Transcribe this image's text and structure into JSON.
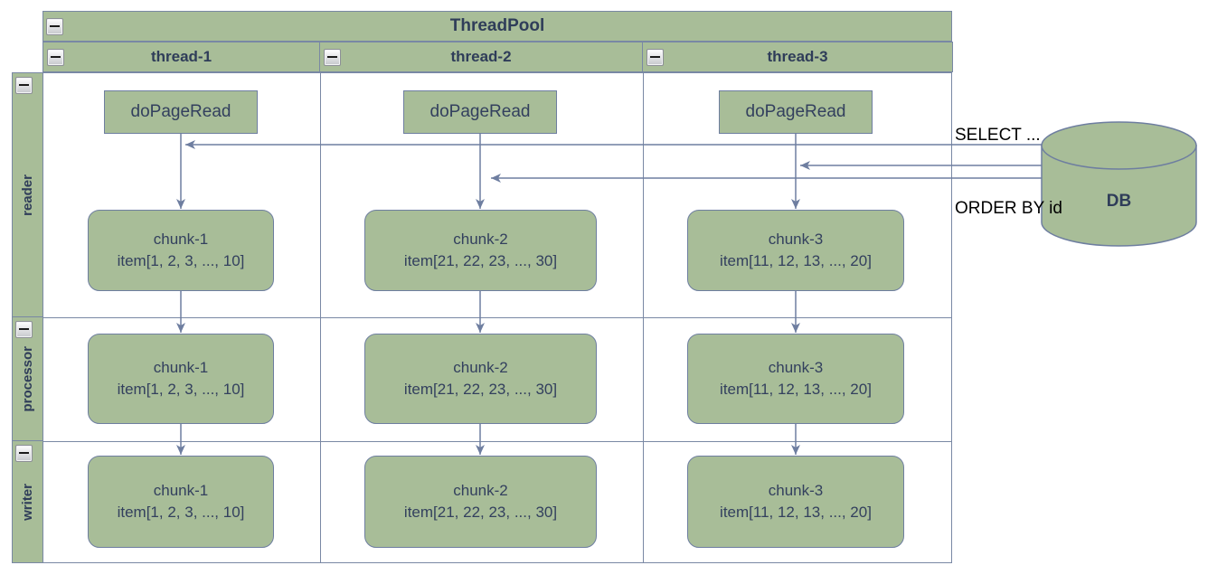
{
  "pool": {
    "title": "ThreadPool",
    "threads": [
      {
        "label": "thread-1",
        "do_page_read": "doPageRead",
        "chunk": {
          "title": "chunk-1",
          "items": "item[1, 2, 3, ..., 10]"
        }
      },
      {
        "label": "thread-2",
        "do_page_read": "doPageRead",
        "chunk": {
          "title": "chunk-2",
          "items": "item[21, 22, 23, ..., 30]"
        }
      },
      {
        "label": "thread-3",
        "do_page_read": "doPageRead",
        "chunk": {
          "title": "chunk-3",
          "items": "item[11, 12, 13, ..., 20]"
        }
      }
    ],
    "rows": [
      {
        "label": "reader"
      },
      {
        "label": "processor"
      },
      {
        "label": "writer"
      }
    ]
  },
  "database": {
    "label": "DB",
    "query": [
      "SELECT ...",
      "ORDER BY id"
    ]
  },
  "icons": {
    "collapse": "minus-icon"
  },
  "colors": {
    "shape_fill": "#a8bd98",
    "shape_border": "#6e7ea0",
    "grid_border": "#7988a4",
    "arrow": "#6e7ea0",
    "heading_text": "#2f3d59",
    "annotation_text": "#000000",
    "background": "#ffffff"
  }
}
